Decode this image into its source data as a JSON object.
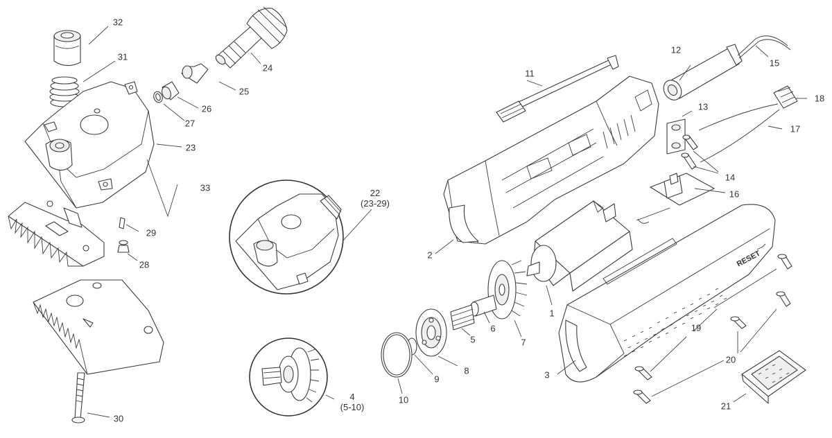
{
  "diagram": {
    "callouts": [
      {
        "id": "32",
        "text": "32"
      },
      {
        "id": "31",
        "text": "31"
      },
      {
        "id": "24",
        "text": "24"
      },
      {
        "id": "25",
        "text": "25"
      },
      {
        "id": "26",
        "text": "26"
      },
      {
        "id": "27",
        "text": "27"
      },
      {
        "id": "23",
        "text": "23"
      },
      {
        "id": "33",
        "text": "33"
      },
      {
        "id": "29",
        "text": "29"
      },
      {
        "id": "28",
        "text": "28"
      },
      {
        "id": "30",
        "text": "30"
      },
      {
        "id": "22",
        "text": "22",
        "sub": "(23-29)"
      },
      {
        "id": "4",
        "text": "4",
        "sub": "(5-10)"
      },
      {
        "id": "11",
        "text": "11"
      },
      {
        "id": "12",
        "text": "12"
      },
      {
        "id": "15",
        "text": "15"
      },
      {
        "id": "13",
        "text": "13"
      },
      {
        "id": "18",
        "text": "18"
      },
      {
        "id": "17",
        "text": "17"
      },
      {
        "id": "14",
        "text": "14"
      },
      {
        "id": "16",
        "text": "16"
      },
      {
        "id": "2",
        "text": "2"
      },
      {
        "id": "1",
        "text": "1"
      },
      {
        "id": "7",
        "text": "7"
      },
      {
        "id": "6",
        "text": "6"
      },
      {
        "id": "5",
        "text": "5"
      },
      {
        "id": "8",
        "text": "8"
      },
      {
        "id": "9",
        "text": "9"
      },
      {
        "id": "10",
        "text": "10"
      },
      {
        "id": "3",
        "text": "3"
      },
      {
        "id": "19",
        "text": "19"
      },
      {
        "id": "20",
        "text": "20"
      },
      {
        "id": "21",
        "text": "21"
      }
    ],
    "housing_text": "RESET"
  }
}
